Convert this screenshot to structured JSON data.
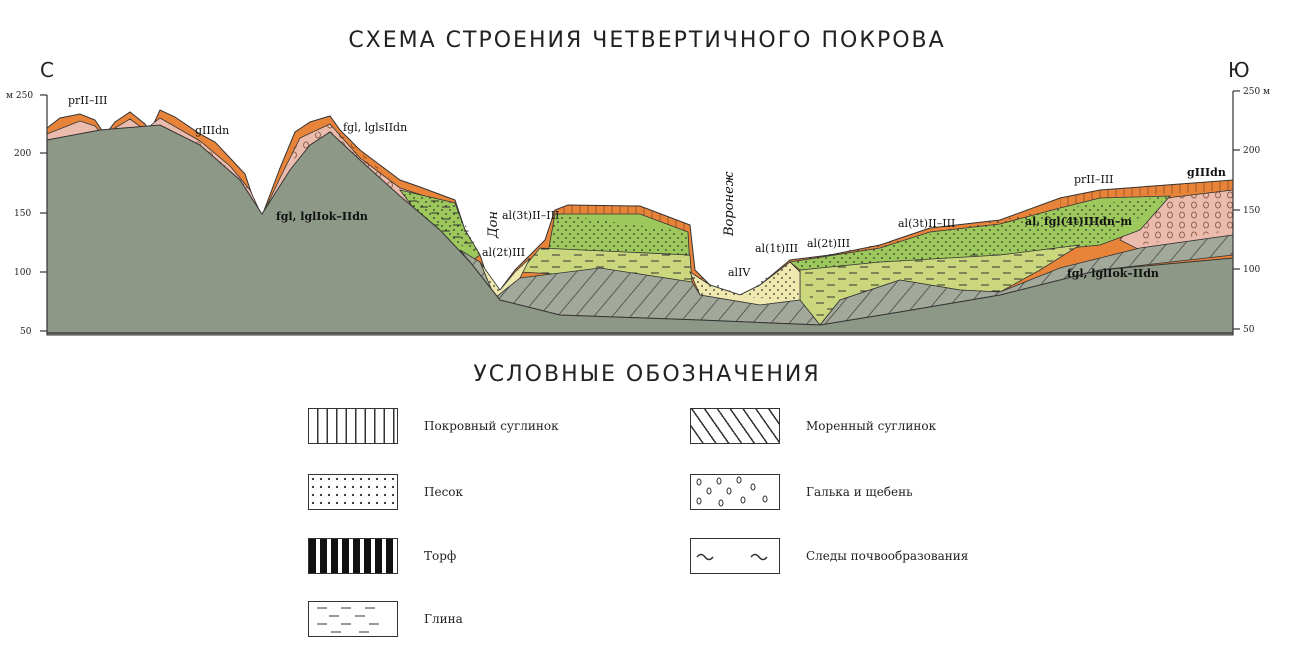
{
  "title": "СХЕМА СТРОЕНИЯ ЧЕТВЕРТИЧНОГО ПОКРОВА",
  "directions": {
    "left": "С",
    "right": "Ю"
  },
  "left_axis": {
    "unit_label": "м 250",
    "ticks": [
      "200",
      "150",
      "100",
      "50"
    ]
  },
  "right_axis": {
    "unit_label": "250 м",
    "ticks": [
      "200",
      "150",
      "100",
      "50"
    ]
  },
  "profile_labels": {
    "pr_left": "prII–III",
    "g_left": "gIIIdn",
    "fgl_top": "fgl, lglsIIdn",
    "fgl_left": "fgl, lglIok–IIdn",
    "don": "Дон",
    "al3_left": "al(3t)II–III",
    "al2_left": "al(2t)III",
    "voronezh": "Воронеж",
    "al_iv": "alIV",
    "al1": "al(1t)III",
    "al2_right": "al(2t)III",
    "al3_right": "al(3t)II–III",
    "al_fgl": "al, fgl(4t)IIIdn–m",
    "pr_right": "prII–III",
    "g_right": "gIIIdn",
    "fgl_right": "fgl, lglIok–IIdn"
  },
  "legend": {
    "title": "УСЛОВНЫЕ ОБОЗНАЧЕНИЯ",
    "items": [
      {
        "pattern": "vertical-lines",
        "label": "Покровный суглинок"
      },
      {
        "pattern": "dots",
        "label": "Песок"
      },
      {
        "pattern": "thick-vertical",
        "label": "Торф"
      },
      {
        "pattern": "dashes",
        "label": "Глина"
      },
      {
        "pattern": "hatch-circles",
        "label": "Моренный суглинок"
      },
      {
        "pattern": "pebbles",
        "label": "Галька и щебень"
      },
      {
        "pattern": "waves",
        "label": "Следы почвообразования"
      }
    ]
  },
  "colors": {
    "bedrock": "#8e9886",
    "soil": "#e8843a",
    "moraine": "#ebbcae",
    "green": "#9dc95c",
    "olive": "#cbd77c",
    "pale": "#efe9b0"
  }
}
